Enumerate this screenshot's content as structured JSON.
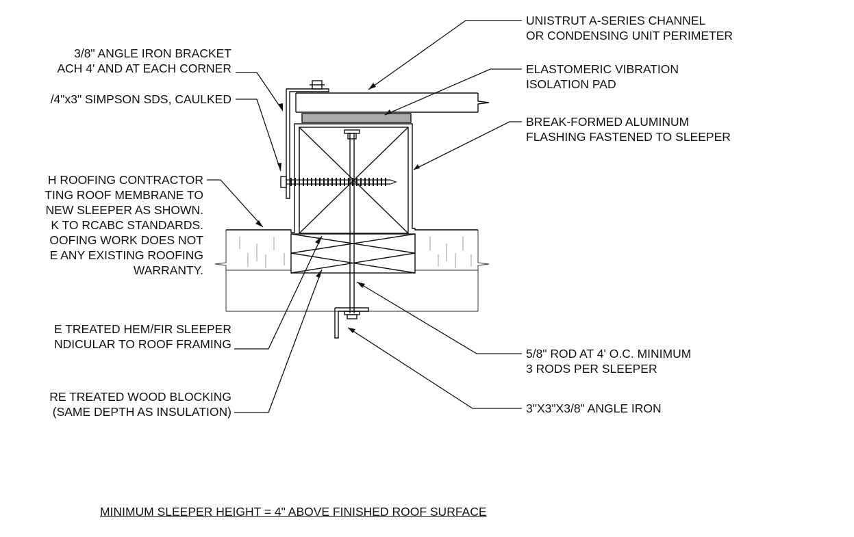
{
  "callouts": {
    "channel": [
      "UNISTRUT A-SERIES CHANNEL",
      "OR CONDENSING UNIT PERIMETER"
    ],
    "pad": [
      "ELASTOMERIC VIBRATION",
      "ISOLATION PAD"
    ],
    "flashing": [
      "BREAK-FORMED ALUMINUM",
      "FLASHING FASTENED TO SLEEPER"
    ],
    "rod": [
      "5/8\" ROD AT 4' O.C. MINIMUM",
      "3 RODS PER SLEEPER"
    ],
    "angle_iron": [
      "3\"X3\"X3/8\" ANGLE IRON"
    ],
    "bracket": [
      "3/8\" ANGLE IRON BRACKET",
      "ACH 4' AND AT EACH CORNER"
    ],
    "sds": [
      "/4\"x3\" SIMPSON SDS, CAULKED"
    ],
    "roofing": [
      "H ROOFING CONTRACTOR",
      "TING ROOF MEMBRANE TO",
      "NEW SLEEPER AS SHOWN.",
      "K TO RCABC STANDARDS.",
      "OOFING WORK DOES NOT",
      "E ANY EXISTING ROOFING",
      "WARRANTY."
    ],
    "sleeper": [
      "E TREATED HEM/FIR SLEEPER",
      "NDICULAR TO ROOF FRAMING"
    ],
    "blocking": [
      "RE TREATED WOOD BLOCKING",
      "(SAME DEPTH AS INSULATION)"
    ]
  },
  "caption": "MINIMUM SLEEPER HEIGHT = 4\" ABOVE FINISHED ROOF SURFACE"
}
